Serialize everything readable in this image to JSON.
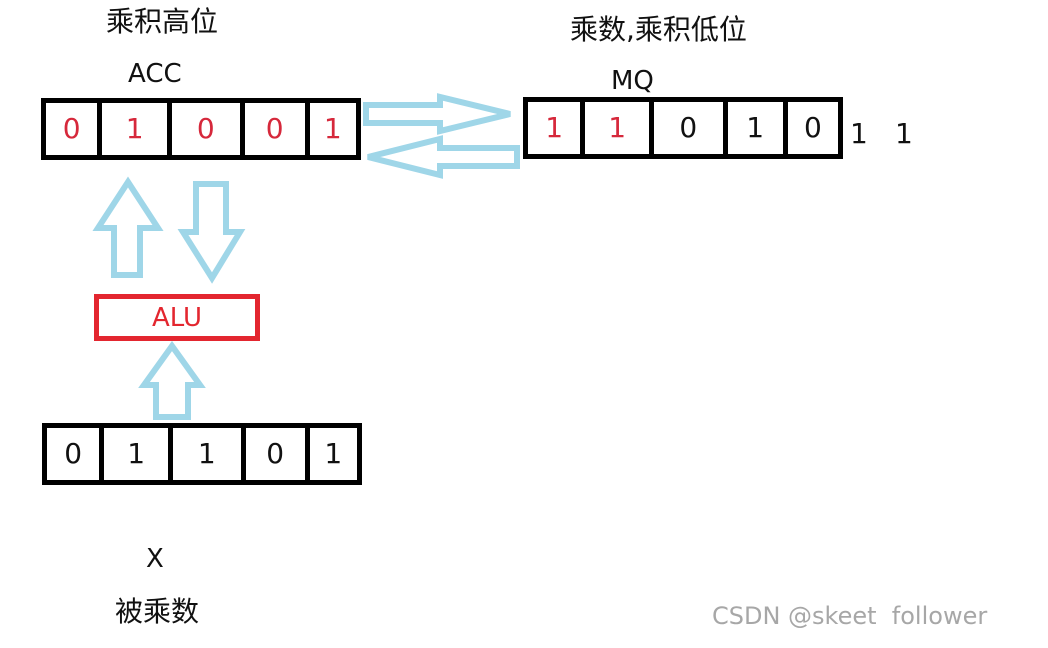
{
  "labels": {
    "acc_title": "乘积高位",
    "acc_name": "ACC",
    "mq_title": "乘数,乘积低位",
    "mq_name": "MQ",
    "alu": "ALU",
    "x_name": "X",
    "x_title": "被乘数"
  },
  "registers": {
    "acc": [
      "0",
      "1",
      "0",
      "0",
      "1"
    ],
    "mq": [
      "1",
      "1",
      "0",
      "1",
      "0"
    ],
    "x": [
      "0",
      "1",
      "1",
      "0",
      "1"
    ]
  },
  "mq_overflow_bits": [
    "1",
    "1"
  ],
  "watermark": "CSDN @skeet  follower",
  "colors": {
    "arrow": "#9fd6e8",
    "alu_border": "#e3262f",
    "red_bits": "#d6283b",
    "black": "#000000"
  },
  "icons": {
    "acc_to_mq": "arrow-right-icon",
    "mq_to_acc": "arrow-left-icon",
    "alu_to_acc": "arrow-up-icon",
    "acc_to_alu": "arrow-down-icon",
    "x_to_alu": "arrow-up-icon"
  }
}
